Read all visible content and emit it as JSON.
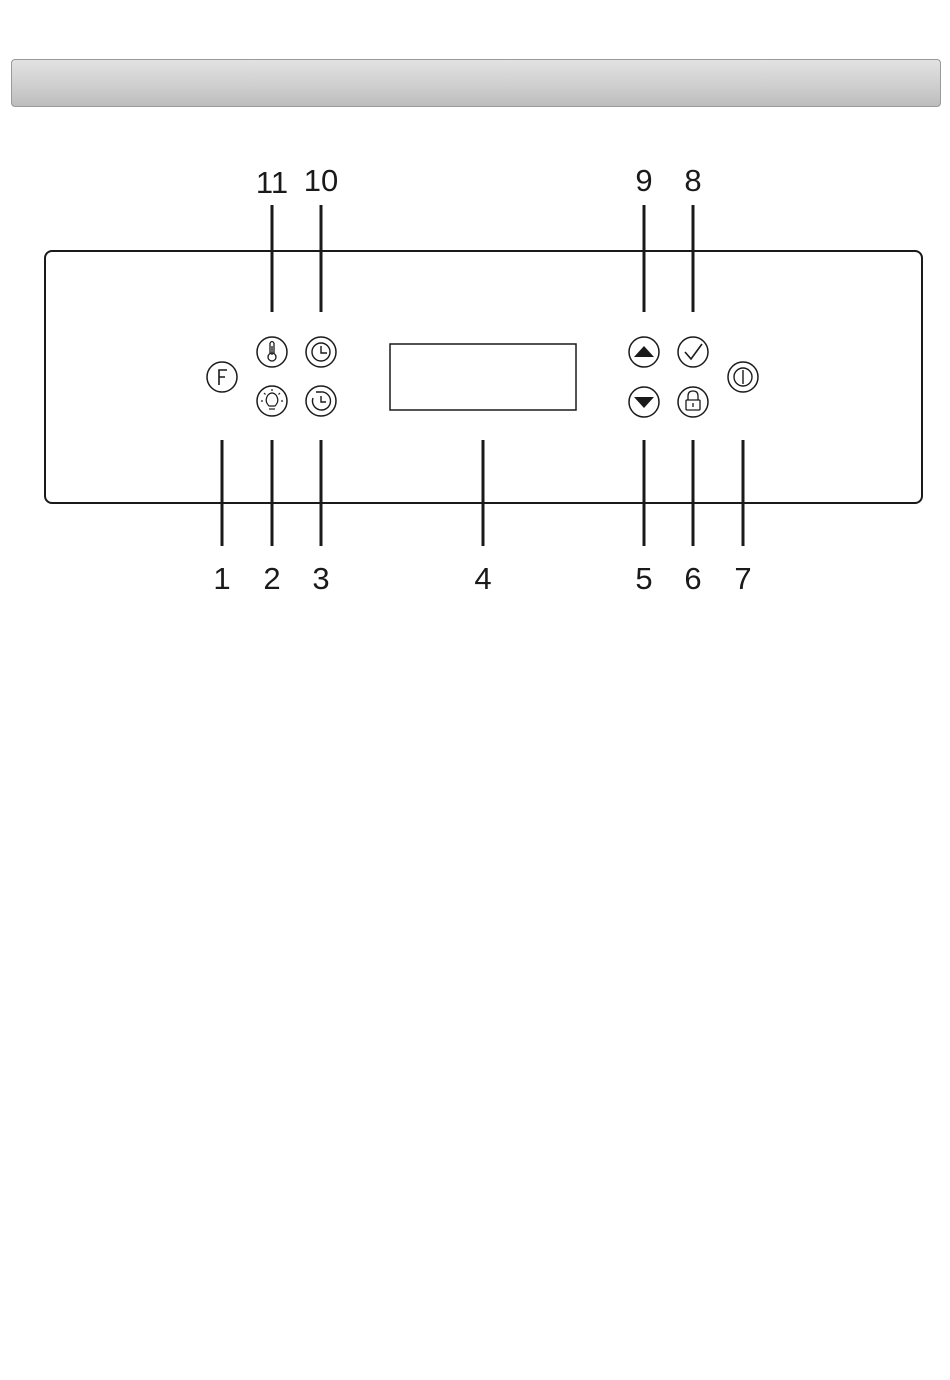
{
  "header": {
    "title": ""
  },
  "colors": {
    "line": "#1a1a1a",
    "header_fill": "#cfcfcf",
    "header_border": "#9a9a9a"
  },
  "control_panel": {
    "buttons": [
      {
        "id": "function",
        "icon": "f-letter-icon"
      },
      {
        "id": "temperature",
        "icon": "thermometer-icon"
      },
      {
        "id": "lamp",
        "icon": "light-bulb-icon"
      },
      {
        "id": "timer",
        "icon": "clock-icon"
      },
      {
        "id": "end-time",
        "icon": "clock-end-icon"
      },
      {
        "id": "up",
        "icon": "arrow-up-icon"
      },
      {
        "id": "down",
        "icon": "arrow-down-icon"
      },
      {
        "id": "confirm",
        "icon": "checkmark-icon"
      },
      {
        "id": "lock",
        "icon": "lock-icon"
      },
      {
        "id": "power",
        "icon": "power-icon"
      }
    ],
    "display": {
      "value": ""
    }
  },
  "callouts": {
    "top": [
      "11",
      "10",
      "9",
      "8"
    ],
    "bottom": [
      "1",
      "2",
      "3",
      "4",
      "5",
      "6",
      "7"
    ]
  }
}
